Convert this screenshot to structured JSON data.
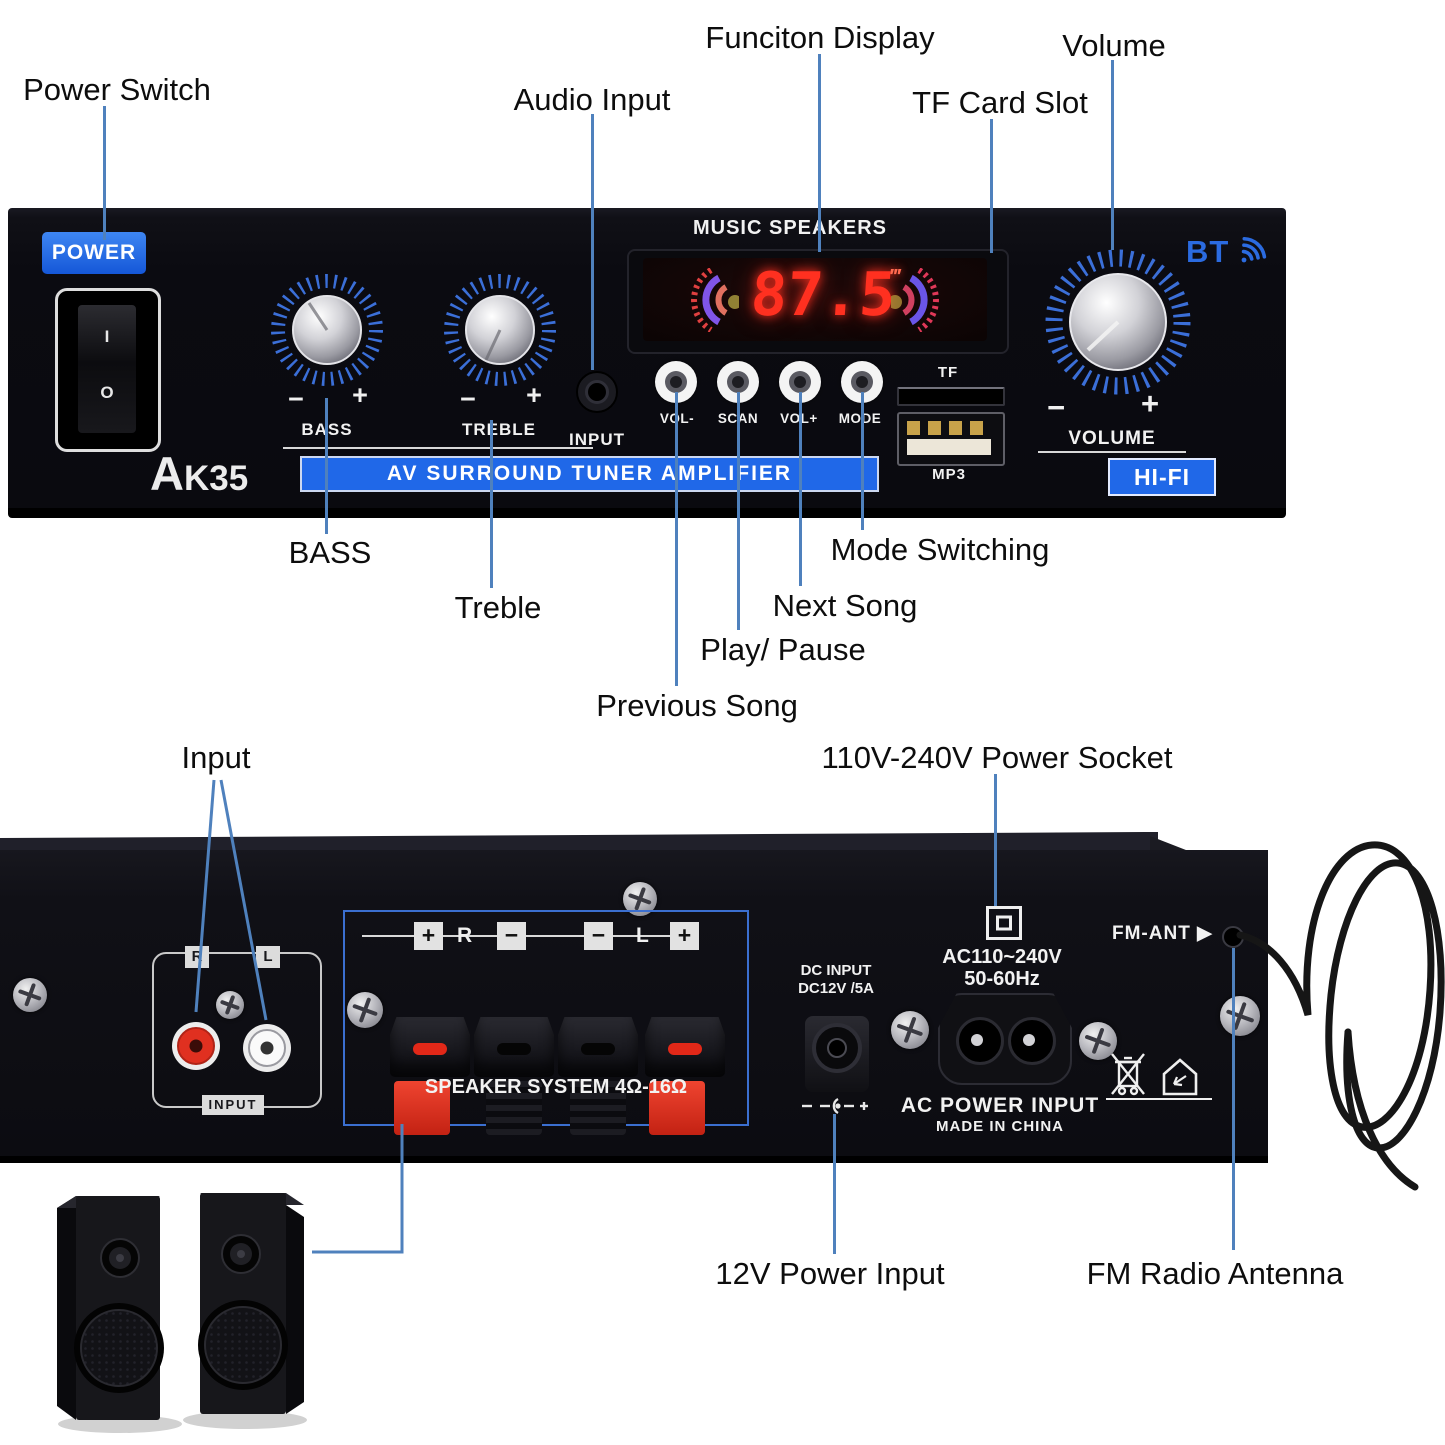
{
  "colors": {
    "callout_line": "#4f81bd",
    "accent_blue": "#2068e8",
    "led_red": "#ff3020",
    "bt_blue": "#2b6be0"
  },
  "front_callouts": {
    "power_switch": "Power Switch",
    "audio_input": "Audio Input",
    "function_display": "Funciton Display",
    "tf_card_slot": "TF Card Slot",
    "volume": "Volume",
    "bass": "BASS",
    "treble": "Treble",
    "previous_song": "Previous Song",
    "play_pause": "Play/ Pause",
    "next_song": "Next Song",
    "mode_switching": "Mode Switching"
  },
  "front_panel": {
    "power_label": "POWER",
    "switch_on_mark": "I",
    "switch_off_mark": "O",
    "brand": "MUSIC SPEAKERS",
    "model_a": "A",
    "model_rest": "K35",
    "banner": "AV SURROUND TUNER AMPLIFIER",
    "bass_label": "BASS",
    "treble_label": "TREBLE",
    "input_label": "INPUT",
    "volume_label": "VOLUME",
    "minus": "−",
    "plus": "+",
    "display_value": "87.5",
    "display_mark": "‴",
    "buttons": [
      "VOL-",
      "SCAN",
      "VOL+",
      "MODE"
    ],
    "tf_label": "TF",
    "mp3_label": "MP3",
    "bt_label": "BT",
    "hifi_label": "HI-FI"
  },
  "back_callouts": {
    "input": "Input",
    "power_socket": "110V-240V Power Socket",
    "dc_power": "12V Power Input",
    "fm_antenna": "FM Radio Antenna"
  },
  "back_panel": {
    "rca_right": "R",
    "rca_left": "L",
    "input_label": "INPUT",
    "terminal_marks": [
      "+",
      "R",
      "−",
      "−",
      "L",
      "+"
    ],
    "speaker_system": "SPEAKER SYSTEM 4Ω-16Ω",
    "dc_input_line1": "DC INPUT",
    "dc_input_line2": "DC12V /5A",
    "ac_rating_line1": "AC110~240V",
    "ac_rating_line2": "50-60Hz",
    "fm_ant": "FM-ANT",
    "fm_ant_arrow": "▶",
    "ac_power": "AC POWER INPUT",
    "made_in": "MADE IN CHINA"
  }
}
